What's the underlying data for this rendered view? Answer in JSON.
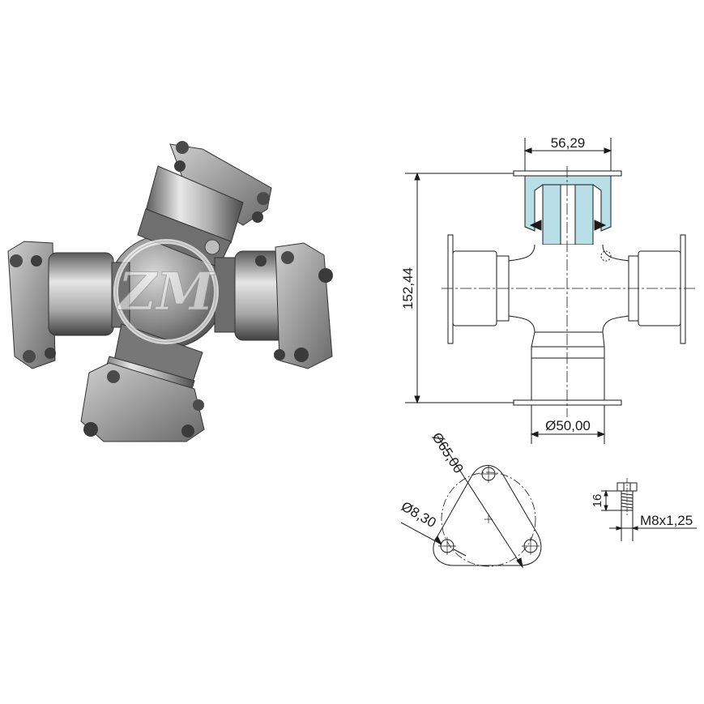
{
  "dimensions": {
    "top_width": "56,29",
    "total_length": "152,44",
    "cap_diameter": "Ø50,00",
    "flange_diameter": "Ø65,00",
    "hole_diameter": "Ø8,30",
    "bolt_length": "16",
    "bolt_thread": "M8x1,25"
  },
  "watermark": {
    "text": "ZM"
  },
  "colors": {
    "line": "#1a1a1a",
    "section_fill": "#b8dfe6",
    "metal_dark": "#4a4a4a",
    "metal_mid": "#9a9a9a",
    "metal_light": "#e4e4e4"
  }
}
